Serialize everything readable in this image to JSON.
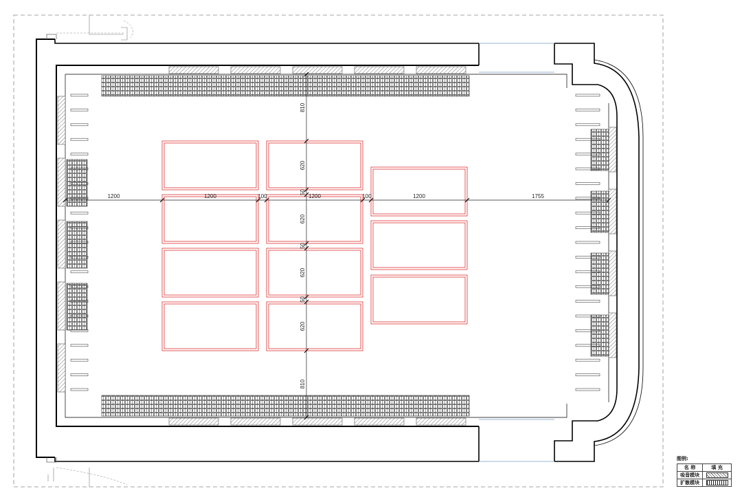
{
  "plan": {
    "horizontal_dims": [
      "1200",
      "1200",
      "100",
      "1200",
      "100",
      "1200",
      "1755"
    ],
    "vertical_dims": [
      "810",
      "620",
      "50",
      "620",
      "50",
      "620",
      "50",
      "620",
      "810"
    ]
  },
  "legend": {
    "title": "图例:",
    "col_name": "名 称",
    "col_fill": "填 充",
    "rows": [
      {
        "name": "吸音模块",
        "fill": "hatched"
      },
      {
        "name": "扩散模块",
        "fill": "diffuser"
      }
    ]
  },
  "colors": {
    "wall": "#000000",
    "platform": "#e03030",
    "hatch": "#777777"
  }
}
